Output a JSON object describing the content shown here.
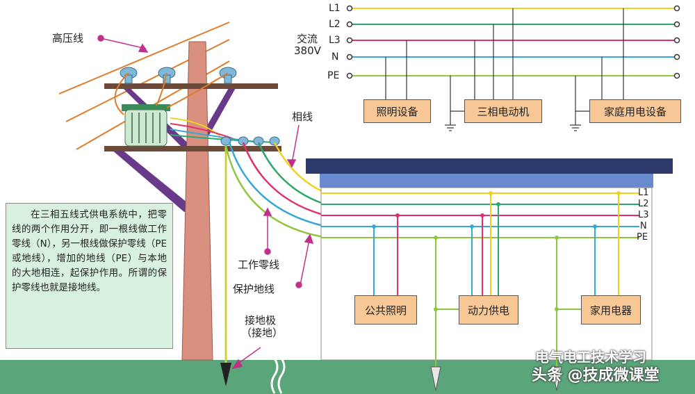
{
  "labels": {
    "high_voltage_line": "高压线",
    "ac_380v_line1": "交流",
    "ac_380v_line2": "380V",
    "phase_line": "相线",
    "work_neutral": "工作零线",
    "protective_ground": "保护地线",
    "ground_electrode_line1": "接地极",
    "ground_electrode_line2": "（接地）"
  },
  "top_lines": [
    {
      "name": "L1",
      "color": "#f0d020"
    },
    {
      "name": "L2",
      "color": "#2aa86b"
    },
    {
      "name": "L3",
      "color": "#e0306a"
    },
    {
      "name": "N",
      "color": "#35a8d8"
    },
    {
      "name": "PE",
      "color": "#8fc63f"
    }
  ],
  "top_devices": {
    "lighting": "照明设备",
    "three_phase_motor": "三相电动机",
    "household": "家庭用电设备"
  },
  "building_lines": [
    "L1",
    "L2",
    "L3",
    "N",
    "PE"
  ],
  "building_devices": {
    "public_lighting": "公共照明",
    "power_supply": "动力供电",
    "home_appliances": "家用电器"
  },
  "info_text": "在三相五线式供电系统中，把零线的两个作用分开，即一根线做工作零线（N），另一根线做保护零线（PE或地线），增加的地线（PE）与本地的大地相连，起保护作用。所谓的保护零线也就是接地线。",
  "watermark": {
    "line1": "电气电工技术学习",
    "line2": "头条 @技成微课堂"
  },
  "colors": {
    "ground": "#5aa57a",
    "pole": "#d9907f",
    "roof": "#2d3a6b",
    "info_bg": "#d8f0df",
    "box": "#f7c795"
  }
}
